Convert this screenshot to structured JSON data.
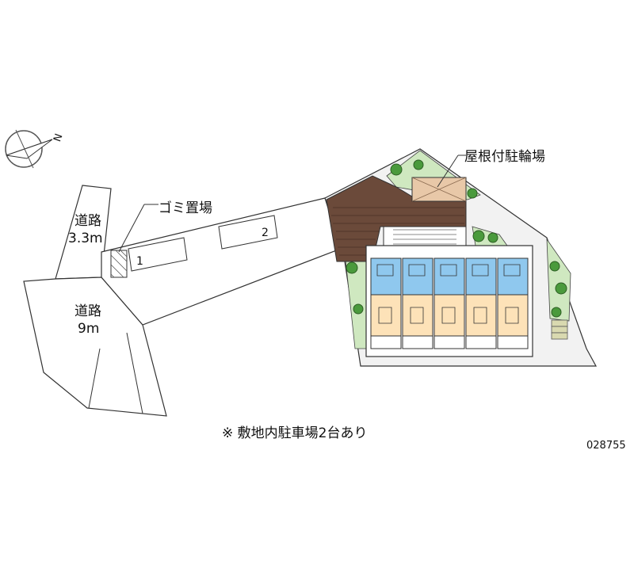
{
  "map": {
    "compass": {
      "north_label": "N"
    },
    "roads": [
      {
        "name": "道路",
        "width": "3.3m"
      },
      {
        "name": "道路",
        "width": "9m"
      }
    ],
    "parking_spaces": [
      "1",
      "2"
    ],
    "labels": {
      "garbage": "ゴミ置場",
      "bike_parking": "屋根付駐輪場",
      "note": "※ 敷地内駐車場2台あり",
      "property_id": "028755"
    },
    "colors": {
      "outline": "#333333",
      "road_fill": "#ffffff",
      "site_fill": "#f2f2f2",
      "roof_brown": "#6b4a3a",
      "unit_blue": "#8fc8ee",
      "unit_beige": "#fde2b8",
      "greenery": "#4a9a3c",
      "green_bg": "#cfe8c0"
    }
  }
}
